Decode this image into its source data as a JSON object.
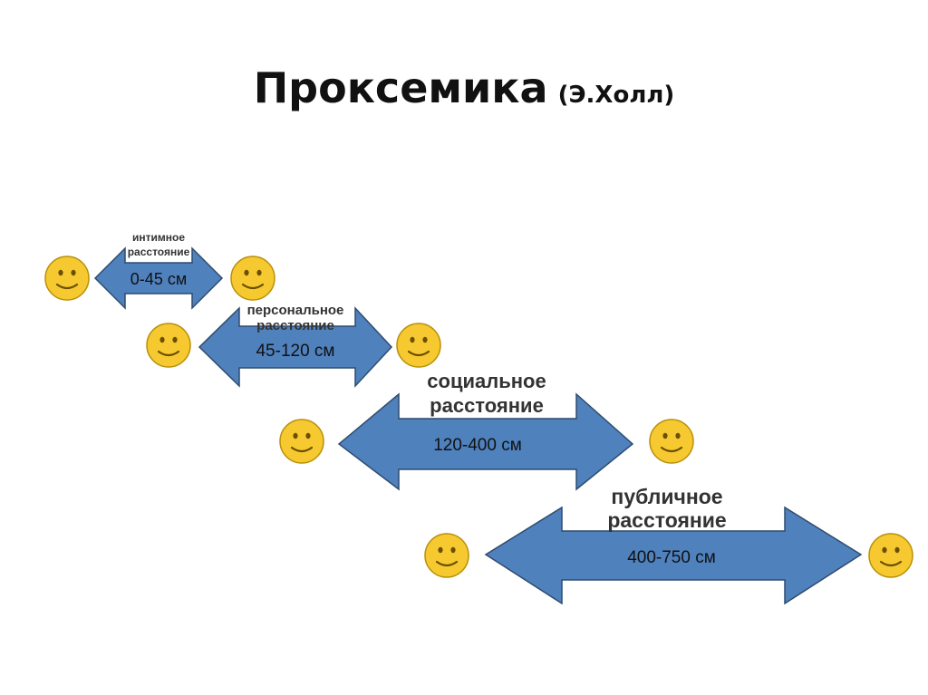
{
  "title": {
    "main": "Проксемика",
    "sub": "(Э.Холл)"
  },
  "zones": [
    {
      "label_line1": "интимное",
      "label_line2": "расстояние",
      "distance": "0-45 см"
    },
    {
      "label_line1": "персональное",
      "label_line2": "расстояние",
      "distance": "45-120 см"
    },
    {
      "label_line1": "социальное",
      "label_line2": "расстояние",
      "distance": "120-400 см"
    },
    {
      "label_line1": "публичное",
      "label_line2": "расстояние",
      "distance": "400-750 см"
    }
  ],
  "colors": {
    "arrow_fill": "#4f81bd",
    "arrow_stroke": "#2f4b6e",
    "smiley_fill": "#f7c930",
    "smiley_stroke": "#b8900a"
  },
  "icons": {
    "person": "smiley-face-icon"
  }
}
